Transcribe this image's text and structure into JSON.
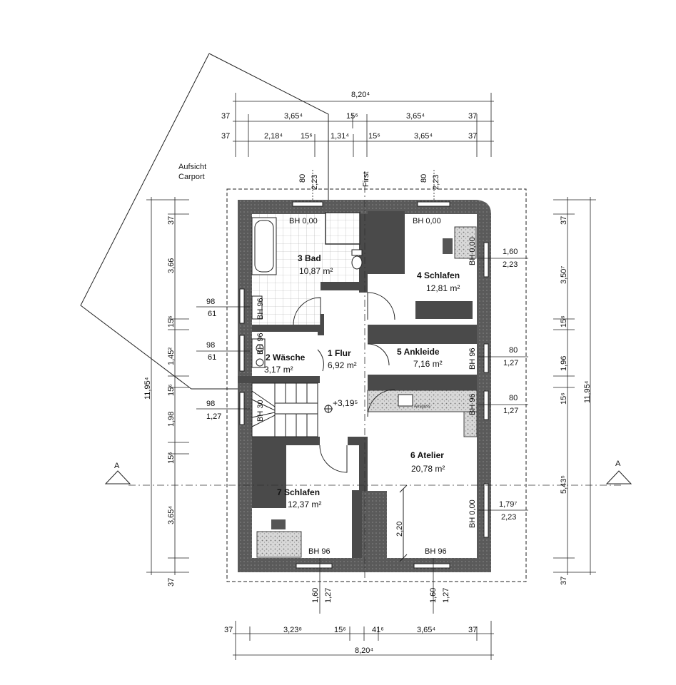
{
  "plan": {
    "carport_label_1": "Aufsicht",
    "carport_label_2": "Carport",
    "first_label": "First",
    "section_label": "A",
    "level_mark": "+3,19⁵",
    "rooms": [
      {
        "name": "3 Bad",
        "area": "10,87 m²"
      },
      {
        "name": "4 Schlafen",
        "area": "12,81 m²"
      },
      {
        "name": "2 Wäsche",
        "area": "3,17 m²"
      },
      {
        "name": "1 Flur",
        "area": "6,92 m²"
      },
      {
        "name": "5 Ankleide",
        "area": "7,16 m²"
      },
      {
        "name": "6 Atelier",
        "area": "20,78 m²"
      },
      {
        "name": "7 Schlafen",
        "area": "12,37 m²"
      }
    ],
    "sill_labels": {
      "bad_top": "BH 0,00",
      "schlafen4_top": "BH 0,00",
      "schlafen4_right": "BH 0,00",
      "bad_left": "BH 96",
      "waesche_left": "BH 96",
      "stair_left": "BH 30",
      "ankleide_right": "BH 96",
      "atelier_right_top": "BH 96",
      "atelier_right": "BH 0,00",
      "schlafen7_bottom": "BH 96",
      "atelier_bottom": "BH 96"
    },
    "ausguss": "Ausguss",
    "dim_top_total": "8,20⁴",
    "dim_top_row1": [
      "37",
      "3,65⁴",
      "15⁶",
      "3,65⁴",
      "37"
    ],
    "dim_top_row2": [
      "37",
      "2,18⁴",
      "15⁶",
      "1,31⁴",
      "15⁶",
      "3,65⁴",
      "37"
    ],
    "dim_bottom_row": [
      "37",
      "3,23⁸",
      "15⁶",
      "41⁶",
      "3,65⁴",
      "37"
    ],
    "dim_bottom_total": "8,20⁴",
    "dim_left_total": "11,95⁴",
    "dim_left_row": [
      "37",
      "3,66",
      "15⁶",
      "1,45²",
      "15⁶",
      "1,98",
      "15⁶",
      "3,65⁴",
      "37"
    ],
    "dim_right_total": "11,95⁴",
    "dim_right_row": [
      "37",
      "3,50⁷",
      "15⁶",
      "1,96",
      "15⁶",
      "5,43⁵",
      "37"
    ],
    "win_top_left": [
      "80",
      "2,23"
    ],
    "win_top_right": [
      "80",
      "2,23"
    ],
    "win_left_1": [
      "98",
      "61"
    ],
    "win_left_2": [
      "98",
      "61"
    ],
    "win_left_3": [
      "98",
      "1,27"
    ],
    "win_right_1": [
      "1,60",
      "2,23"
    ],
    "win_right_2": [
      "80",
      "1,27"
    ],
    "win_right_3": [
      "80",
      "1,27"
    ],
    "win_right_4": [
      "1,79⁷",
      "2,23"
    ],
    "win_bottom_1": [
      "1,60",
      "1,27"
    ],
    "win_bottom_2": [
      "1,60",
      "1,27"
    ],
    "wardrobe_dim": "2,20"
  }
}
